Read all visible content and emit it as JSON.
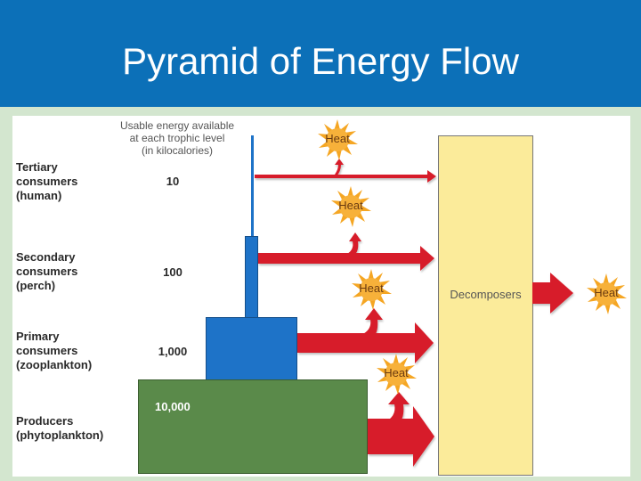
{
  "header": {
    "title": "Pyramid of Energy Flow"
  },
  "energy_heading": {
    "line1": "Usable energy available",
    "line2": "at each trophic level",
    "line3": "(in kilocalories)"
  },
  "levels": [
    {
      "line1": "Tertiary",
      "line2": "consumers",
      "line3": "(human)",
      "energy": "10"
    },
    {
      "line1": "Secondary",
      "line2": "consumers",
      "line3": "(perch)",
      "energy": "100"
    },
    {
      "line1": "Primary",
      "line2": "consumers",
      "line3": "(zooplankton)",
      "energy": "1,000"
    },
    {
      "line1": "Producers",
      "line2": "(phytoplankton)",
      "energy": "10,000"
    }
  ],
  "decomposers_label": "Decomposers",
  "heat_label": "Heat",
  "colors": {
    "header_bg": "#0c70b8",
    "page_bg": "#d3e6cf",
    "blue_level": "#1e73c8",
    "green_level": "#5a8a4a",
    "arrow_red": "#d71f2a",
    "decomposer_fill": "#fbeb9a",
    "heat_sun": "#f5a623"
  }
}
